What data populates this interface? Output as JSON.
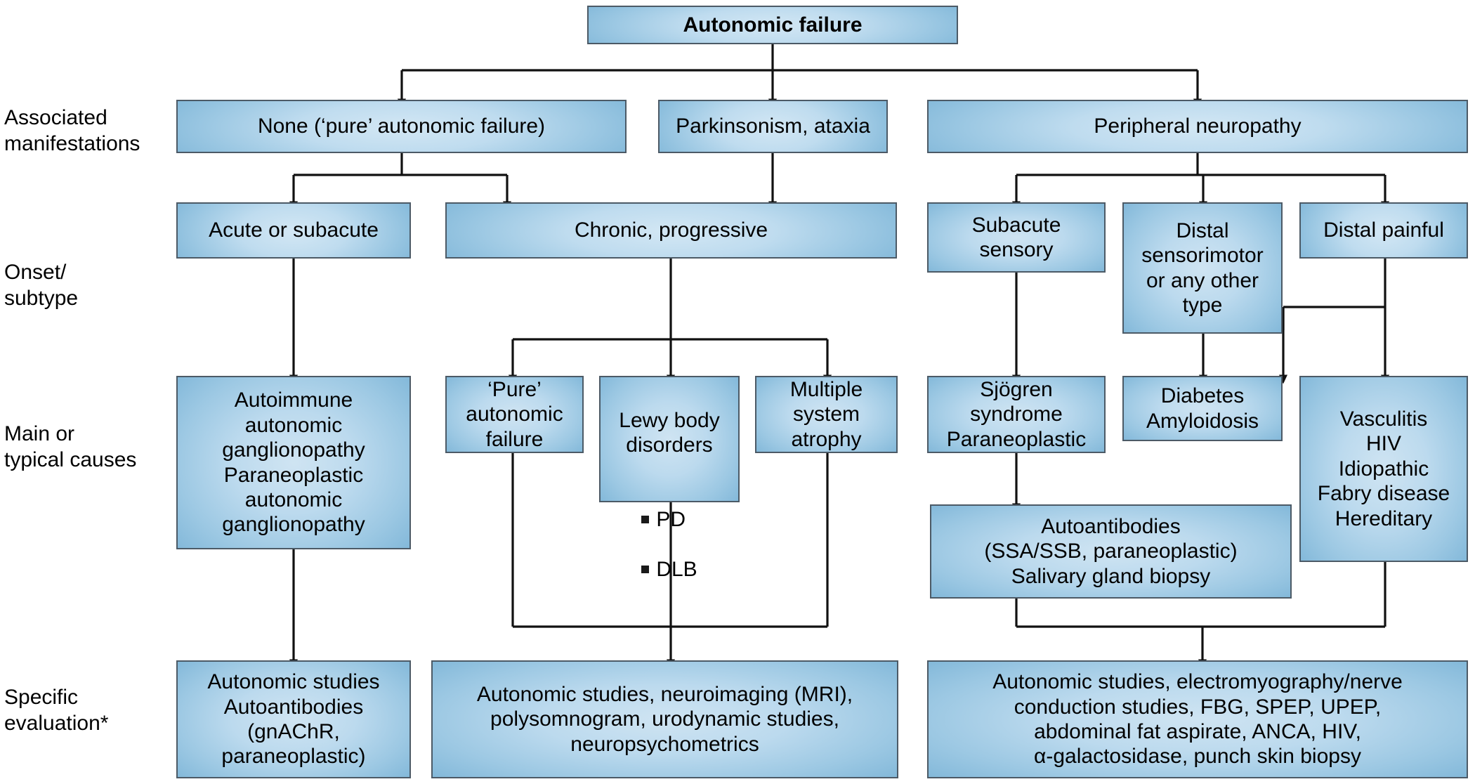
{
  "figure": {
    "title": "Autonomic failure diagnostic flowchart",
    "accent_color": "#9cc8e3",
    "border_color": "#4c5a66",
    "text_color": "#000000",
    "background": "#ffffff"
  },
  "row_labels": [
    {
      "id": "associated-manifestations",
      "text": "Associated\nmanifestations"
    },
    {
      "id": "onset-subtype",
      "text": "Onset/\nsubtype"
    },
    {
      "id": "main-or-typical-causes",
      "text": "Main or\ntypical causes"
    },
    {
      "id": "specific-evaluation",
      "text": "Specific\nevaluation*"
    }
  ],
  "nodes": {
    "root": "Autonomic failure",
    "manifestations": {
      "none_pure": "None (‘pure’ autonomic failure)",
      "parkinsonism": "Parkinsonism, ataxia",
      "peripheral": "Peripheral neuropathy"
    },
    "onset": {
      "acute_subacute": "Acute or subacute",
      "chronic_progressive": "Chronic, progressive",
      "subacute_sensory": "Subacute\nsensory",
      "distal_sensorimotor": "Distal\nsensorimotor\nor any other\ntype",
      "distal_painful": "Distal painful"
    },
    "causes": {
      "autoimmune": "Autoimmune\nautonomic\nganglionopathy\nParaneoplastic\nautonomic\nganglionopathy",
      "pure_autonomic_failure": "‘Pure’\nautonomic\nfailure",
      "lewy_body": {
        "title": "Lewy body\ndisorders",
        "items": [
          "PD",
          "DLB"
        ]
      },
      "msa": "Multiple\nsystem\natrophy",
      "sjogren": "Sjögren\nsyndrome\nParaneoplastic",
      "diabetes": "Diabetes\nAmyloidosis",
      "vasculitis": "Vasculitis\nHIV\nIdiopathic\nFabry disease\nHereditary",
      "autoantibodies": "Autoantibodies\n(SSA/SSB, paraneoplastic)\nSalivary gland biopsy"
    },
    "evaluation": {
      "left": "Autonomic studies\nAutoantibodies\n(gnAChR,\nparaneoplastic)",
      "middle": "Autonomic studies, neuroimaging (MRI),\npolysomnogram, urodynamic studies,\nneuropsychometrics",
      "right": "Autonomic studies, electromyography/nerve\nconduction studies, FBG, SPEP, UPEP,\nabdominal fat aspirate, ANCA, HIV,\nα-galactosidase, punch skin biopsy"
    }
  }
}
